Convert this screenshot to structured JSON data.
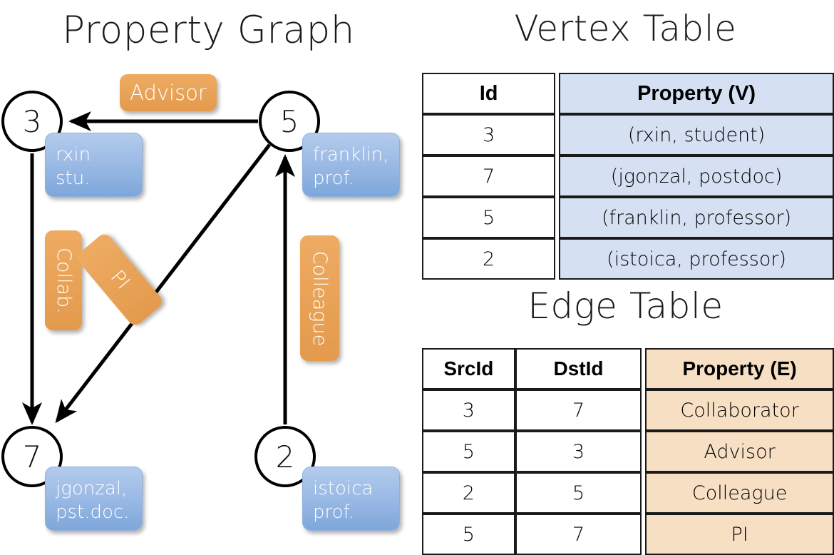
{
  "titles": {
    "property_graph": "Property Graph",
    "vertex_table": "Vertex Table",
    "edge_table": "Edge Table"
  },
  "graph": {
    "nodes": [
      {
        "id": "3",
        "label": "3",
        "property": "rxin\nstu."
      },
      {
        "id": "5",
        "label": "5",
        "property": "franklin,\nprof."
      },
      {
        "id": "7",
        "label": "7",
        "property": "jgonzal,\npst.doc."
      },
      {
        "id": "2",
        "label": "2",
        "property": "istoica\nprof."
      }
    ],
    "edge_labels": {
      "advisor": "Advisor",
      "collab": "Collab.",
      "pi": "PI",
      "colleague": "Colleague"
    },
    "edges": [
      {
        "src": "5",
        "dst": "3",
        "label": "Advisor"
      },
      {
        "src": "3",
        "dst": "7",
        "label": "Collab."
      },
      {
        "src": "5",
        "dst": "7",
        "label": "PI"
      },
      {
        "src": "2",
        "dst": "5",
        "label": "Colleague"
      }
    ]
  },
  "vertex_table": {
    "headers": [
      "Id",
      "Property (V)"
    ],
    "rows": [
      [
        "3",
        "(rxin, student)"
      ],
      [
        "7",
        "(jgonzal, postdoc)"
      ],
      [
        "5",
        "(franklin, professor)"
      ],
      [
        "2",
        "(istoica, professor)"
      ]
    ]
  },
  "edge_table": {
    "headers": [
      "SrcId",
      "DstId",
      "Property (E)"
    ],
    "rows": [
      [
        "3",
        "7",
        "Collaborator"
      ],
      [
        "5",
        "3",
        "Advisor"
      ],
      [
        "2",
        "5",
        "Colleague"
      ],
      [
        "5",
        "7",
        "PI"
      ]
    ]
  },
  "colors": {
    "vertex_property_fill": "#d5e0f2",
    "edge_property_fill": "#f7dfc4",
    "node_callout_blue": "#9dbbe6",
    "edge_callout_orange": "#e8a358",
    "stroke": "#1a1a1a",
    "background": "#ffffff"
  }
}
